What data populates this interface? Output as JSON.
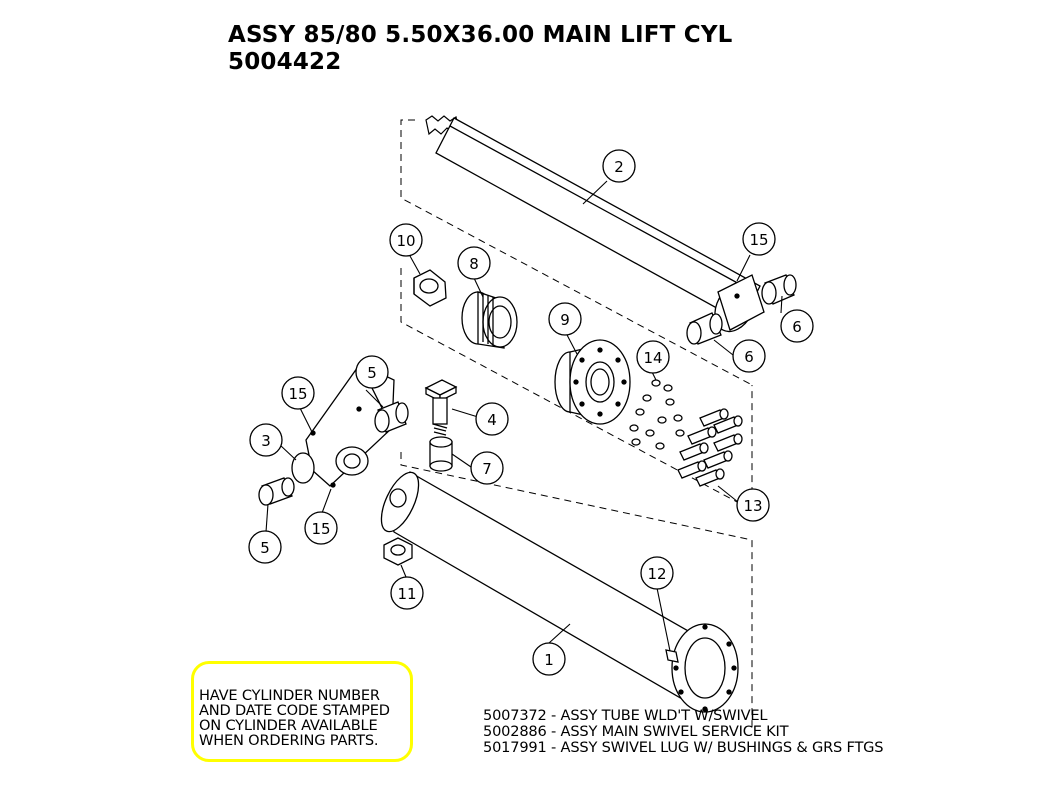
{
  "title": {
    "line1": "ASSY 85/80 5.50X36.00 MAIN LIFT CYL",
    "line2": "5004422"
  },
  "callouts": [
    "2",
    "15",
    "10",
    "8",
    "6",
    "9",
    "6",
    "14",
    "5",
    "15",
    "4",
    "3",
    "7",
    "13",
    "15",
    "5",
    "12",
    "11",
    "1"
  ],
  "note": {
    "lines": [
      "HAVE CYLINDER NUMBER",
      "AND DATE CODE STAMPED",
      "ON CYLINDER AVAILABLE",
      "WHEN ORDERING PARTS."
    ],
    "border_color": "#ffff00"
  },
  "kits": [
    "5007372 - ASSY TUBE WLD'T W/SWIVEL",
    "5002886 - ASSY MAIN SWIVEL SERVICE KIT",
    "5017991 - ASSY SWIVEL LUG W/ BUSHINGS & GRS FTGS"
  ]
}
